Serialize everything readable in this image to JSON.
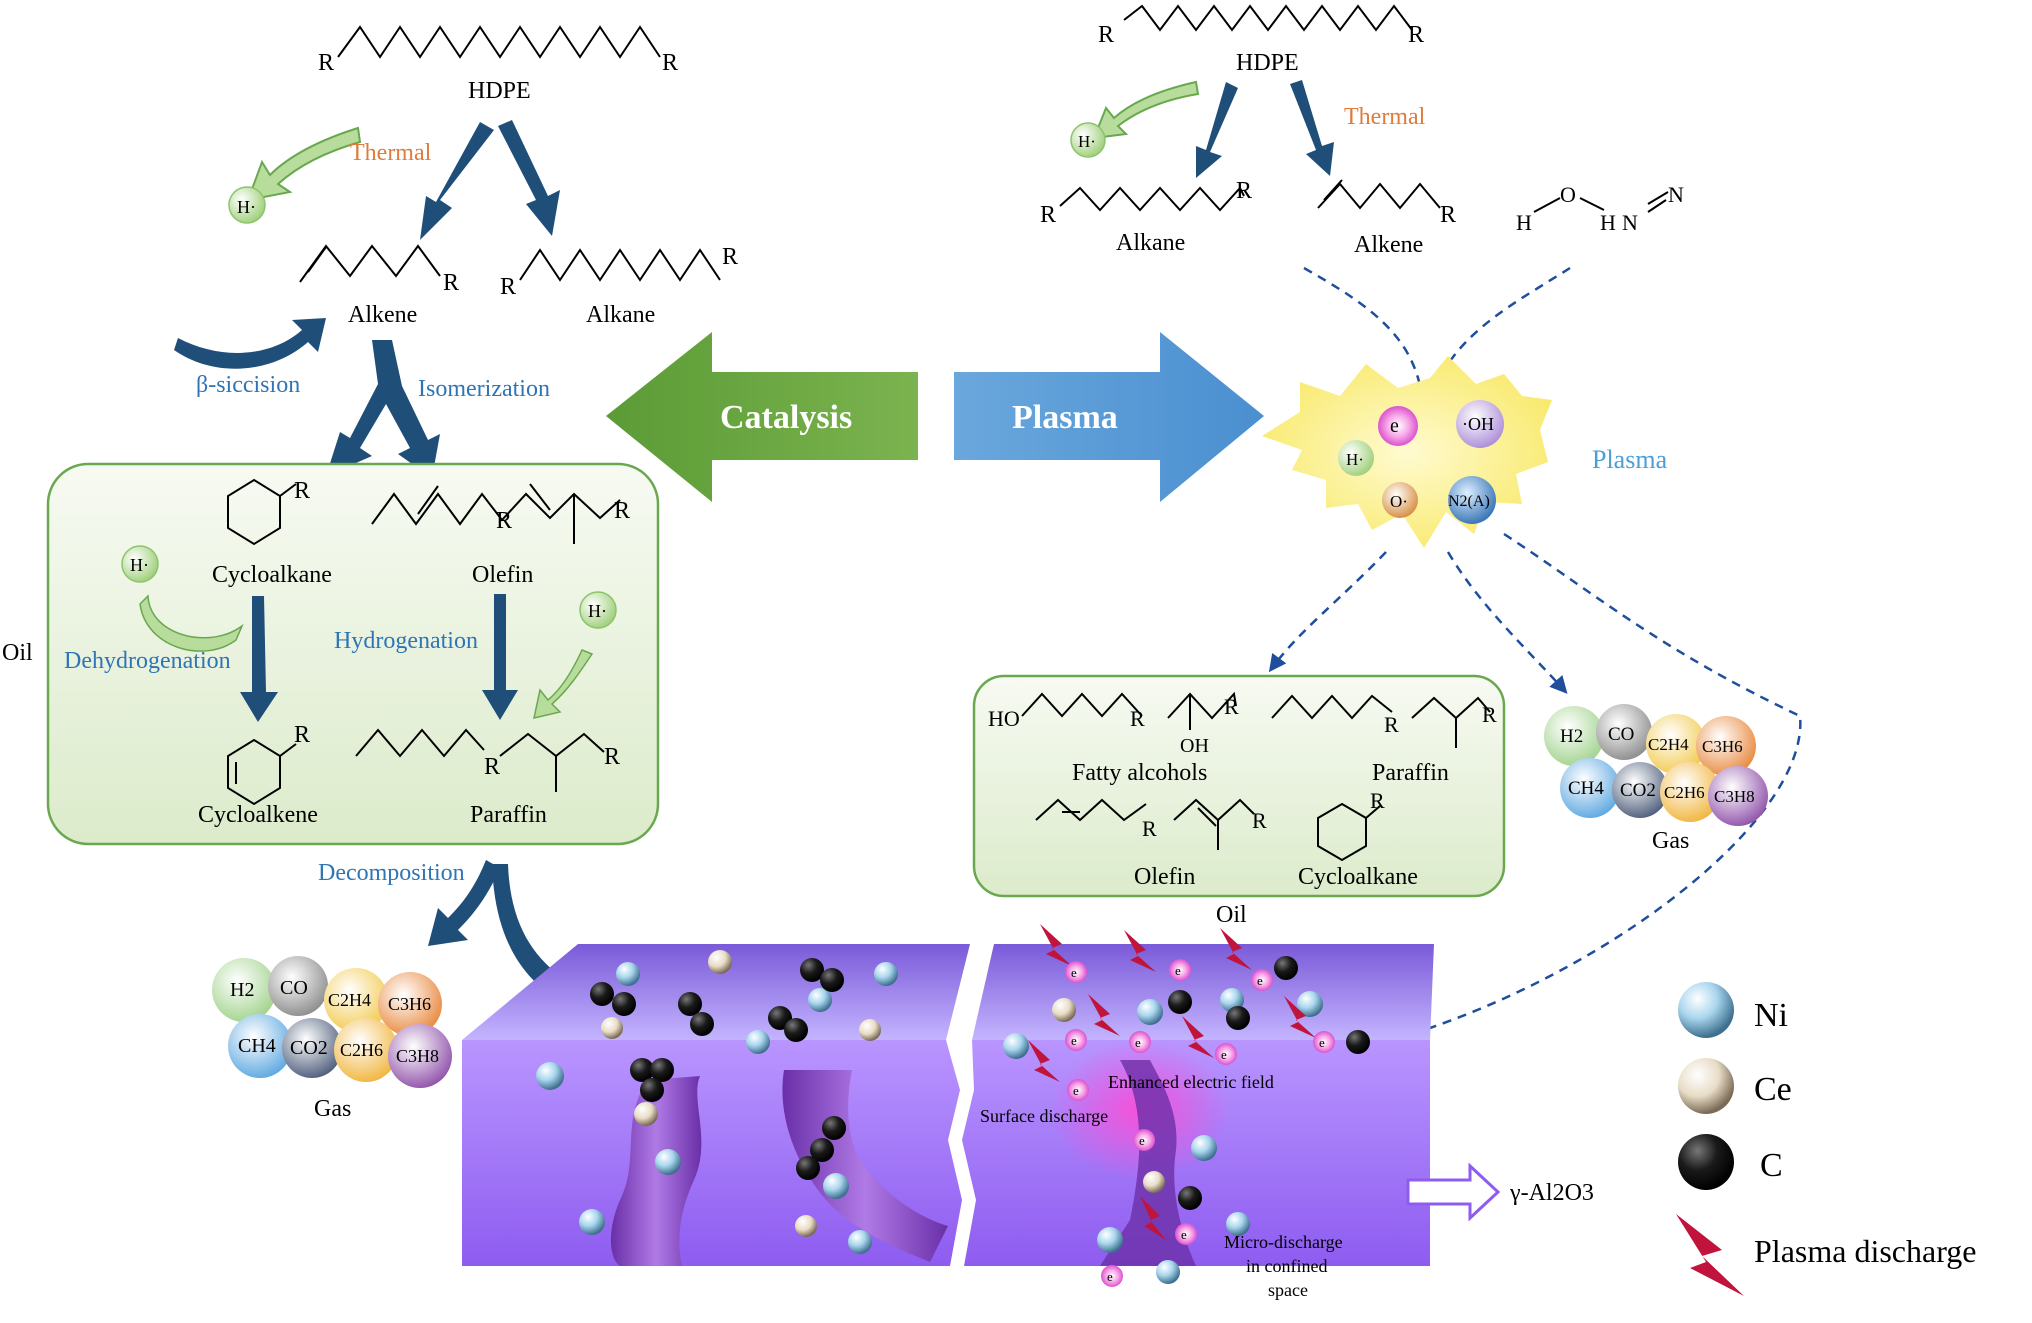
{
  "colors": {
    "blue_arrow": "#1f4e79",
    "green_arrow": "#6aa84f",
    "catalysis_arrow": "#5b9b35",
    "plasma_arrow": "#5b9bd5",
    "thermal_text": "#e07b39",
    "mechanism_text": "#2e75b6",
    "plasma_label": "#4a9fd8",
    "oil_box_fill": "#eef5e4",
    "oil_box_stroke": "#6aa84f",
    "slab_front": "#8b5cf6",
    "plasma_burst": "#fbef8a"
  },
  "icons": {
    "hydrogen_radical": "sphere-icon",
    "electron": "electron-icon",
    "ni_particle": "sphere-icon",
    "ce_particle": "sphere-icon",
    "c_particle": "sphere-icon",
    "plasma_discharge": "lightning-icon"
  },
  "left": {
    "hdpe": "HDPE",
    "r": "R",
    "thermal": "Thermal",
    "h_radical": "H·",
    "alkene": "Alkene",
    "alkane": "Alkane",
    "beta_scission": "β-siccision",
    "isomerization": "Isomerization",
    "oil_label": "Oil",
    "cycloalkane": "Cycloalkane",
    "olefin": "Olefin",
    "dehydrogenation": "Dehydrogenation",
    "hydrogenation": "Hydrogenation",
    "cycloalkene": "Cycloalkene",
    "paraffin": "Paraffin",
    "decomposition": "Decomposition",
    "gas_label": "Gas",
    "gas_species": [
      "H2",
      "CO",
      "C2H4",
      "C3H6",
      "CH4",
      "CO2",
      "C2H6",
      "C3H8"
    ]
  },
  "center": {
    "catalysis": "Catalysis",
    "plasma": "Plasma"
  },
  "right": {
    "hdpe": "HDPE",
    "r": "R",
    "thermal": "Thermal",
    "h_radical": "H·",
    "alkane": "Alkane",
    "alkene": "Alkene",
    "molecule_atoms": [
      "H",
      "O",
      "H",
      "N",
      "N"
    ],
    "plasma_label": "Plasma",
    "species": [
      "e",
      "·OH",
      "H·",
      "O·",
      "N2(A)"
    ],
    "oil_products": [
      "Fatty alcohols",
      "Paraffin",
      "Olefin",
      "Cycloalkane"
    ],
    "ho": "HO",
    "oh": "OH",
    "oil_label": "Oil",
    "gas_label": "Gas",
    "gas_species": [
      "H2",
      "CO",
      "C2H4",
      "C3H6",
      "CH4",
      "CO2",
      "C2H6",
      "C3H8"
    ]
  },
  "catalyst": {
    "enhanced_field": "Enhanced electric field",
    "surface_discharge": "Surface discharge",
    "micro_discharge": [
      "Micro-discharge",
      "in confined",
      "space"
    ],
    "support": "γ-Al2O3",
    "electron": "e"
  },
  "legend": [
    {
      "label": "Ni",
      "color": "#a9d6ee"
    },
    {
      "label": "Ce",
      "color": "#e8dcc6"
    },
    {
      "label": "C",
      "color": "#1a1a1a"
    },
    {
      "label": "Plasma discharge",
      "color": "#c0143c"
    }
  ]
}
